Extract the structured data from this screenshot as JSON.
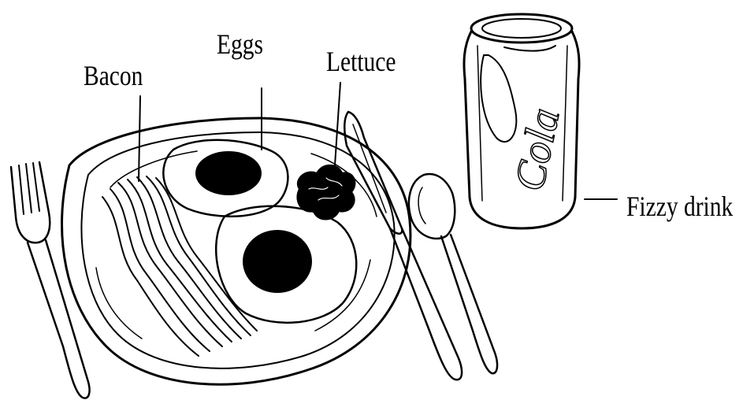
{
  "labels": {
    "bacon": "Bacon",
    "eggs": "Eggs",
    "lettuce": "Lettuce",
    "fizzy_drink": "Fizzy drink"
  },
  "can_text": "Cola",
  "colors": {
    "ink": "#000000",
    "background": "#ffffff"
  }
}
